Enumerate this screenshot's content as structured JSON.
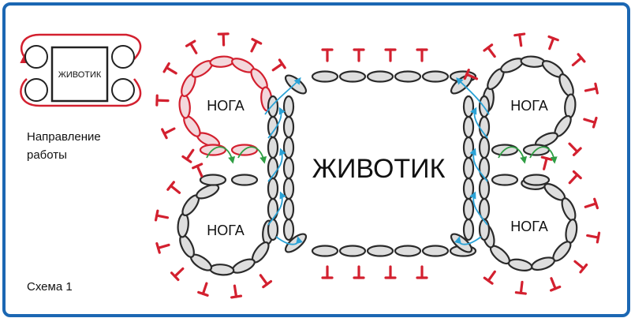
{
  "diagram": {
    "belly_label": "ЖИВОТИК",
    "leg_label": "НОГА",
    "mini_label": "ЖИВОТИК",
    "direction_line1": "Направление",
    "direction_line2": "работы",
    "caption": "Схема 1",
    "stitch_symbol": "T"
  },
  "colors": {
    "frame": "#1b67b3",
    "chain_fill": "#dedede",
    "chain_stroke": "#2a2a2a",
    "red_chain_fill": "#f3d8dc",
    "red": "#d3202f",
    "blue_arrow": "#2aa2d6",
    "green_arrow": "#2f9e44"
  }
}
